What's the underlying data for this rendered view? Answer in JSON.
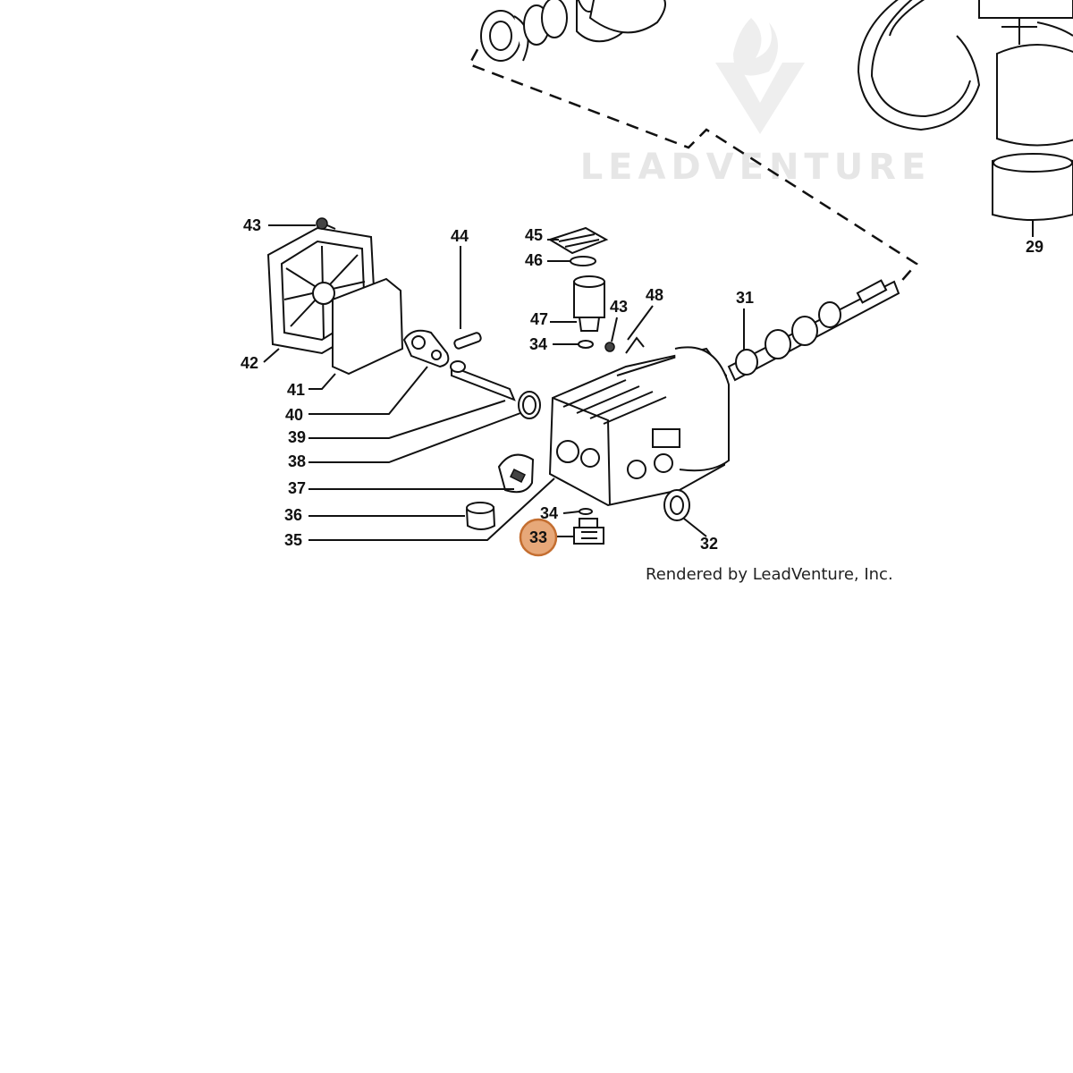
{
  "watermark": {
    "text": "LEADVENTURE"
  },
  "credit": "Rendered by LeadVenture, Inc.",
  "highlight_color": "#e7a879",
  "callouts": [
    {
      "id": "29",
      "label": "29"
    },
    {
      "id": "31",
      "label": "31"
    },
    {
      "id": "32",
      "label": "32"
    },
    {
      "id": "33",
      "label": "33",
      "highlighted": true
    },
    {
      "id": "34a",
      "label": "34"
    },
    {
      "id": "34b",
      "label": "34"
    },
    {
      "id": "35",
      "label": "35"
    },
    {
      "id": "36",
      "label": "36"
    },
    {
      "id": "37",
      "label": "37"
    },
    {
      "id": "38",
      "label": "38"
    },
    {
      "id": "39",
      "label": "39"
    },
    {
      "id": "40",
      "label": "40"
    },
    {
      "id": "41",
      "label": "41"
    },
    {
      "id": "42",
      "label": "42"
    },
    {
      "id": "43a",
      "label": "43"
    },
    {
      "id": "43b",
      "label": "43"
    },
    {
      "id": "44",
      "label": "44"
    },
    {
      "id": "45",
      "label": "45"
    },
    {
      "id": "46",
      "label": "46"
    },
    {
      "id": "47",
      "label": "47"
    },
    {
      "id": "48",
      "label": "48"
    }
  ]
}
